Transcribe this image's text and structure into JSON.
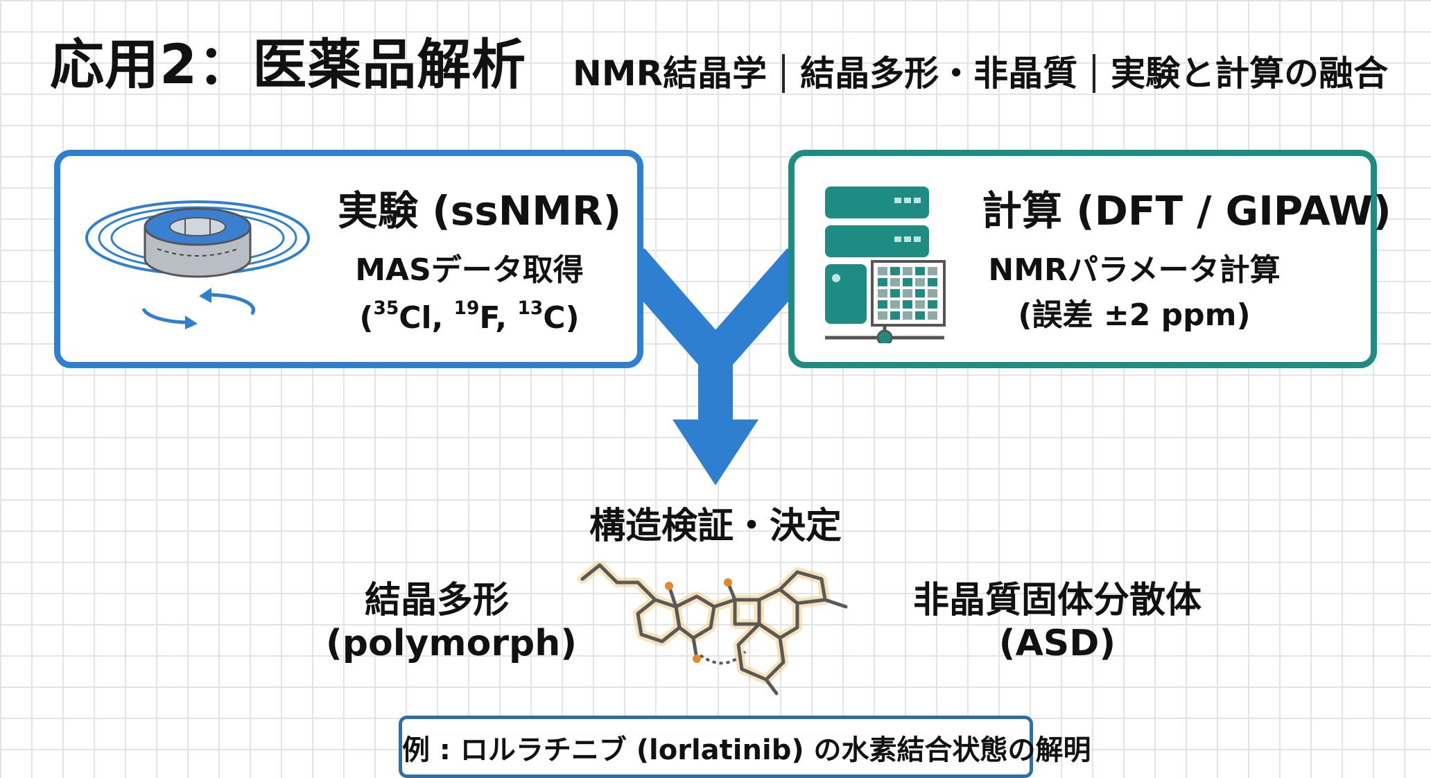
{
  "header": {
    "title": "応用2：医薬品解析",
    "subtitle_items": [
      "NMR結晶学",
      "結晶多形・非晶質",
      "実験と計算の融合"
    ]
  },
  "experiment_panel": {
    "title": "実験 (ssNMR)",
    "line1": "MASデータ取得",
    "nuclei": [
      {
        "mass": "35",
        "symbol": "Cl"
      },
      {
        "mass": "19",
        "symbol": "F"
      },
      {
        "mass": "13",
        "symbol": "C"
      }
    ],
    "icon": "mas-rotor-icon",
    "border_color": "#2f7fd1"
  },
  "calculation_panel": {
    "title": "計算 (DFT / GIPAW)",
    "line1": "NMRパラメータ計算",
    "line2": "(誤差 ±2 ppm)",
    "icon": "server-grid-icon",
    "border_color": "#1e8c83"
  },
  "merge": {
    "label": "構造検証・決定",
    "arrow_color": "#2f7fd1"
  },
  "left_label": {
    "line1": "結晶多形",
    "line2": "(polymorph)"
  },
  "right_label": {
    "line1": "非晶質固体分散体",
    "line2": "(ASD)"
  },
  "molecule_icon": "molecule-structure-icon",
  "bottom_note": "例 : ロルラチニブ (lorlatinib) の水素結合状態の解明"
}
